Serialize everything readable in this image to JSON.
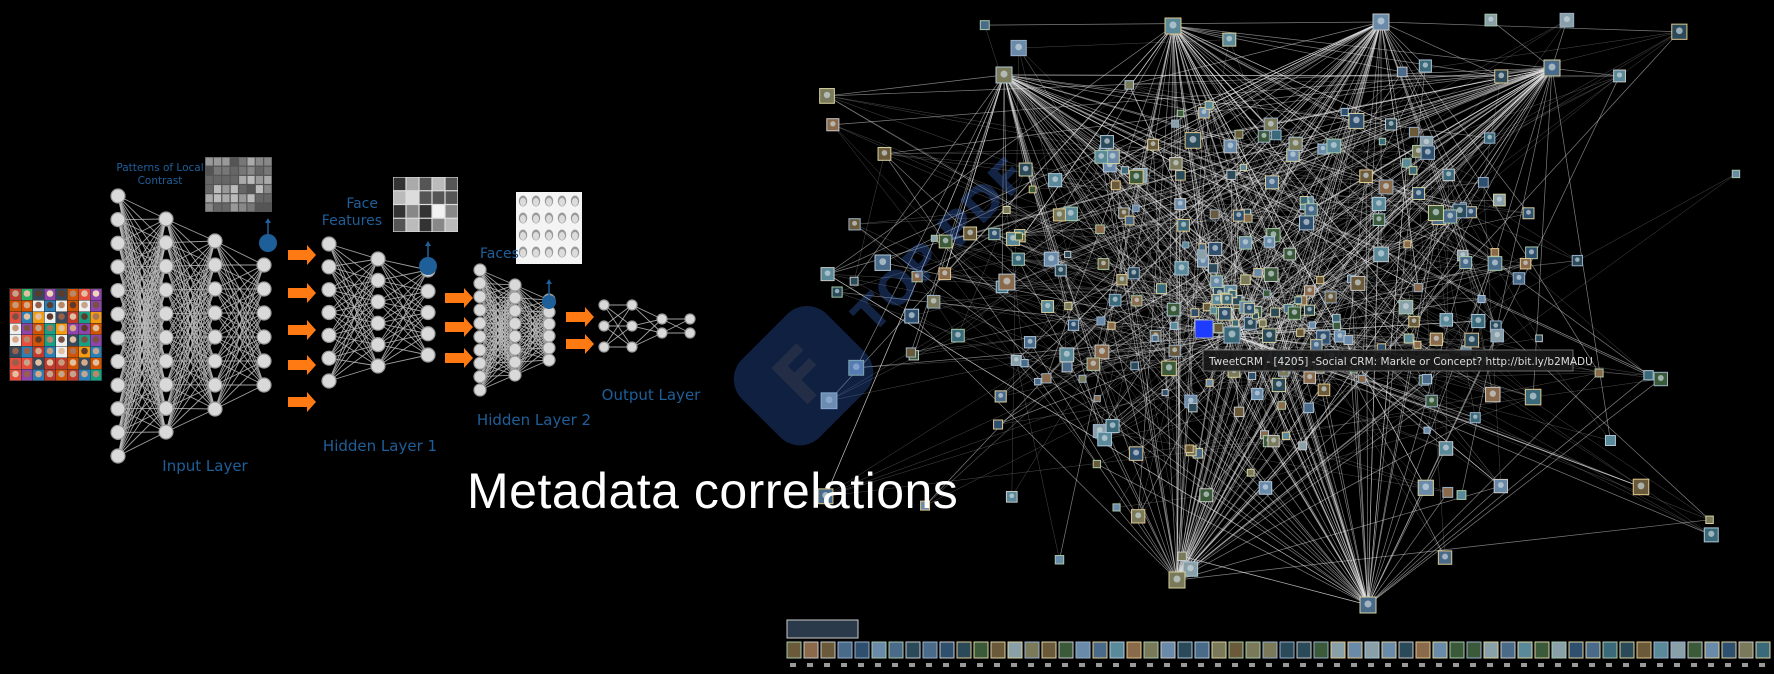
{
  "diagram": {
    "layers": {
      "input_layer": "Input Layer",
      "hidden_layer_1": "Hidden Layer 1",
      "hidden_layer_2": "Hidden Layer 2",
      "output_layer": "Output Layer"
    },
    "features": {
      "local_contrast_line1": "Patterns of Local",
      "local_contrast_line2": "Contrast",
      "face_features_line1": "Face",
      "face_features_line2": "Features",
      "faces": "Faces"
    },
    "colors": {
      "label_blue": "#1f5f99",
      "arrow_orange": "#ff7a12",
      "node_fill": "#d9d9d9",
      "node_stroke": "#9a9a9a",
      "edge": "#bdbdbd",
      "network_edge": "#e6e6e6"
    },
    "icons": [
      "arrow-right-icon",
      "output-node-icon",
      "face-grid-image",
      "feature-grid-image"
    ]
  },
  "graph": {
    "tooltip": "TweetCRM - [4205] -Social CRM: Markle or Concept? http://bit.ly/b2MADU"
  },
  "caption": "Metadata correlations",
  "watermark": {
    "icon": "document-logo-icon",
    "text": "TOP PDF"
  }
}
